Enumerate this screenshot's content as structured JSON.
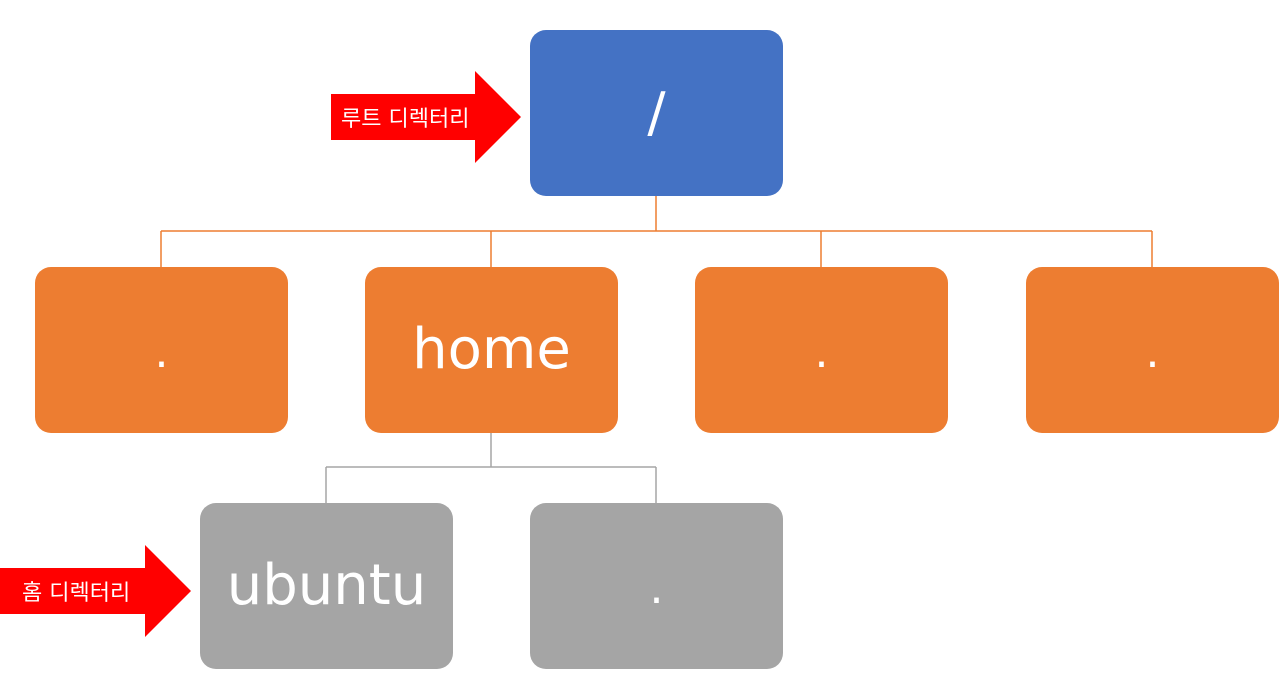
{
  "diagram": {
    "root": {
      "label": "/",
      "color": "#4472c4"
    },
    "level1": [
      {
        "label": ".",
        "color": "#ed7d31"
      },
      {
        "label": "home",
        "color": "#ed7d31"
      },
      {
        "label": ".",
        "color": "#ed7d31"
      },
      {
        "label": ".",
        "color": "#ed7d31"
      }
    ],
    "level2": [
      {
        "label": "ubuntu",
        "color": "#a5a5a5"
      },
      {
        "label": ".",
        "color": "#a5a5a5"
      }
    ],
    "connector_colors": {
      "root_to_level1": "#ed7d31",
      "home_to_level2": "#a5a5a5"
    }
  },
  "callouts": {
    "root": {
      "text": "루트 디렉터리",
      "color": "#ff0000"
    },
    "home": {
      "text": "홈 디렉터리",
      "color": "#ff0000"
    }
  }
}
